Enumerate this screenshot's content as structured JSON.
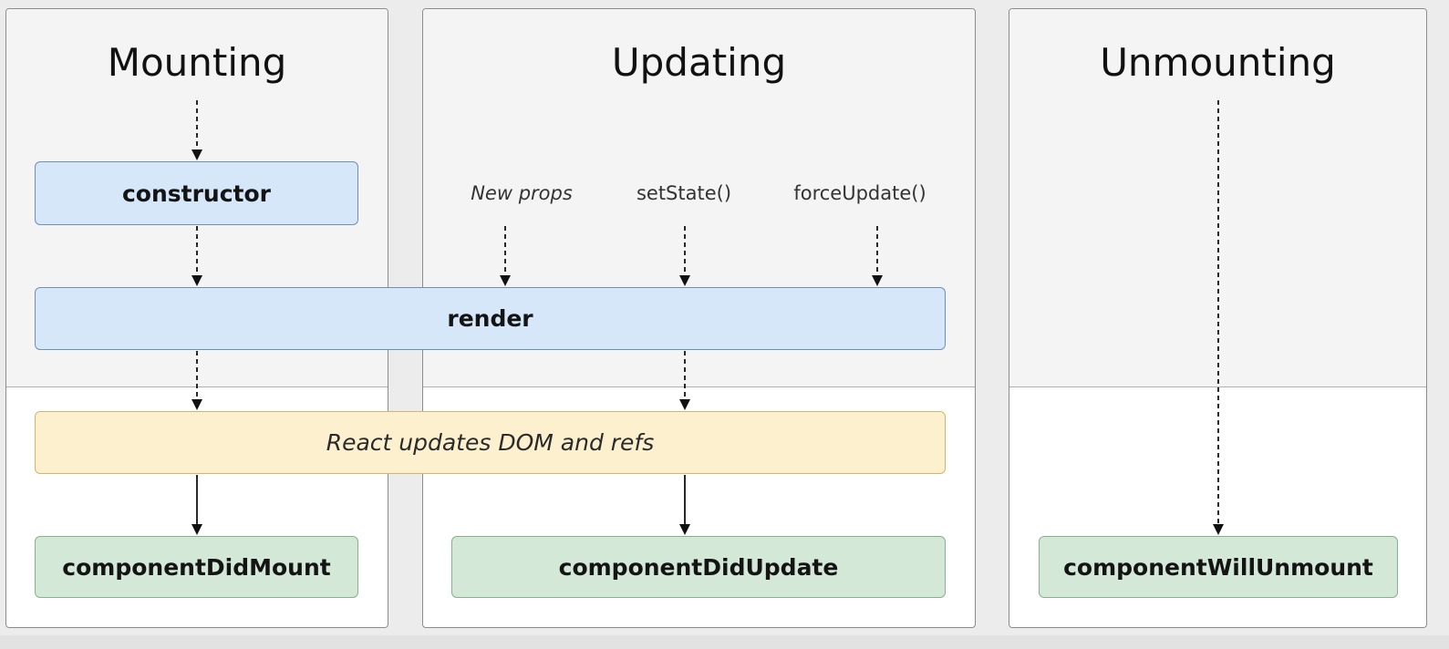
{
  "phases": {
    "mounting": {
      "title": "Mounting"
    },
    "updating": {
      "title": "Updating"
    },
    "unmounting": {
      "title": "Unmounting"
    }
  },
  "triggers": {
    "new_props": "New props",
    "set_state": "setState()",
    "force_update": "forceUpdate()"
  },
  "nodes": {
    "constructor": "constructor",
    "render": "render",
    "react_updates": "React updates DOM and refs",
    "component_did_mount": "componentDidMount",
    "component_did_update": "componentDidUpdate",
    "component_will_unmount": "componentWillUnmount"
  },
  "colors": {
    "render_phase_bg": "#f4f4f4",
    "commit_phase_bg": "#ffffff",
    "method_box": "#d6e7fa",
    "commit_box": "#fdf0cf",
    "lifecycle_box": "#d3e8d6"
  }
}
